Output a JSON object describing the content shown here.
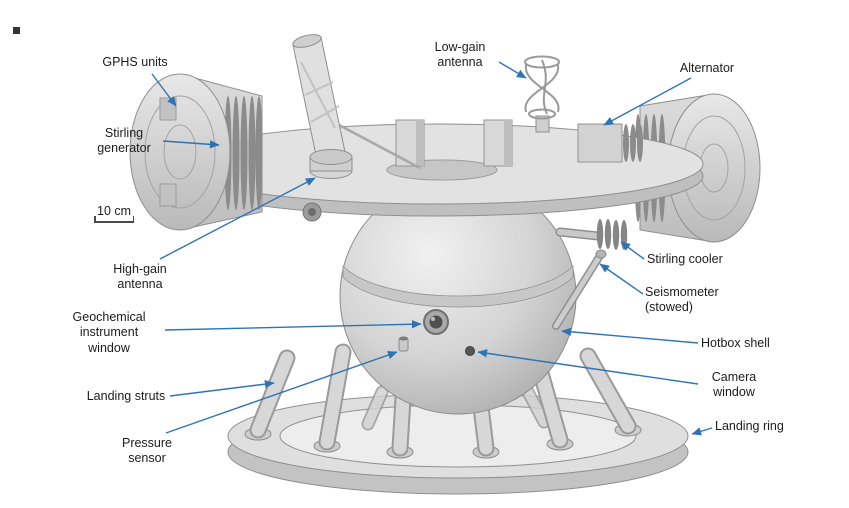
{
  "figure": {
    "scale_bar": {
      "text": "10 cm"
    },
    "labels": {
      "gphs_units": {
        "text": "GPHS units"
      },
      "stirling_generator": {
        "text": "Stirling\ngenerator"
      },
      "low_gain_antenna": {
        "text": "Low-gain\nantenna"
      },
      "alternator": {
        "text": "Alternator"
      },
      "high_gain_antenna": {
        "text": "High-gain\nantenna"
      },
      "stirling_cooler": {
        "text": "Stirling cooler"
      },
      "seismometer": {
        "text": "Seismometer\n(stowed)"
      },
      "geochemical_window": {
        "text": "Geochemical\ninstrument\nwindow"
      },
      "hotbox_shell": {
        "text": "Hotbox shell"
      },
      "landing_struts": {
        "text": "Landing struts"
      },
      "camera_window": {
        "text": "Camera\nwindow"
      },
      "pressure_sensor": {
        "text": "Pressure\nsensor"
      },
      "landing_ring": {
        "text": "Landing ring"
      }
    },
    "palette": {
      "leader_line": "#2E74B5",
      "text": "#1C1C1C",
      "background": "#FFFFFF",
      "lander_gray_light": "#E3E3E3",
      "lander_gray_mid": "#CFCFCF",
      "lander_gray_dark": "#8B8B8B",
      "outline": "#8F8F8F"
    }
  }
}
